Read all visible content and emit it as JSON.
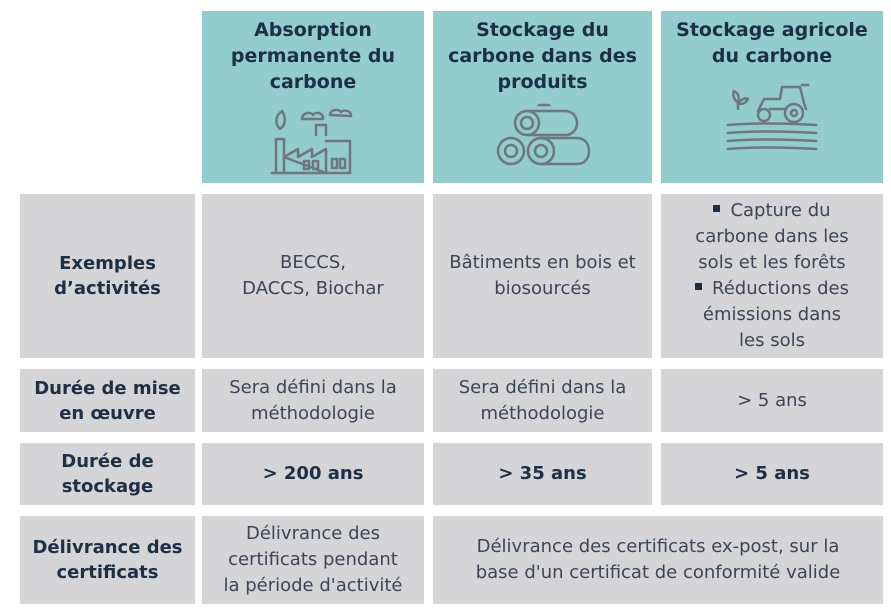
{
  "columns": [
    {
      "title": "Absorption\npermanente du\ncarbone",
      "icon": "factory-icon"
    },
    {
      "title": "Stockage du\ncarbone dans des\nproduits",
      "icon": "logs-icon"
    },
    {
      "title": "Stockage agricole\ndu carbone",
      "icon": "tractor-field-icon"
    }
  ],
  "rows": {
    "examples": {
      "label": "Exemples\nd’activités",
      "col1": "BECCS,\nDACCS, Biochar",
      "col2": "Bâtiments en bois et\nbiosourcés",
      "col3": [
        "Capture du\ncarbone dans les\nsols et les forêts",
        "Réductions des\némissions dans\nles  sols"
      ]
    },
    "duration_impl": {
      "label": "Durée de mise\nen œuvre",
      "col1": "Sera défini dans la\nméthodologie",
      "col2": "Sera défini dans la\nméthodologie",
      "col3": "> 5 ans"
    },
    "duration_storage": {
      "label": "Durée de\nstockage",
      "col1": "> 200 ans",
      "col2": "> 35 ans",
      "col3": "> 5 ans"
    },
    "certificates": {
      "label": "Délivrance des\ncertificats",
      "col1": "Délivrance des\ncertificats pendant\nla période d'activité",
      "col23": "Délivrance des certificats ex-post, sur la\nbase d'un certificat de conformité valide"
    }
  },
  "colors": {
    "header": "#92cccd",
    "cell": "#d5d4d7",
    "text_dark": "#1d2f45",
    "text_body": "#3b4656"
  }
}
